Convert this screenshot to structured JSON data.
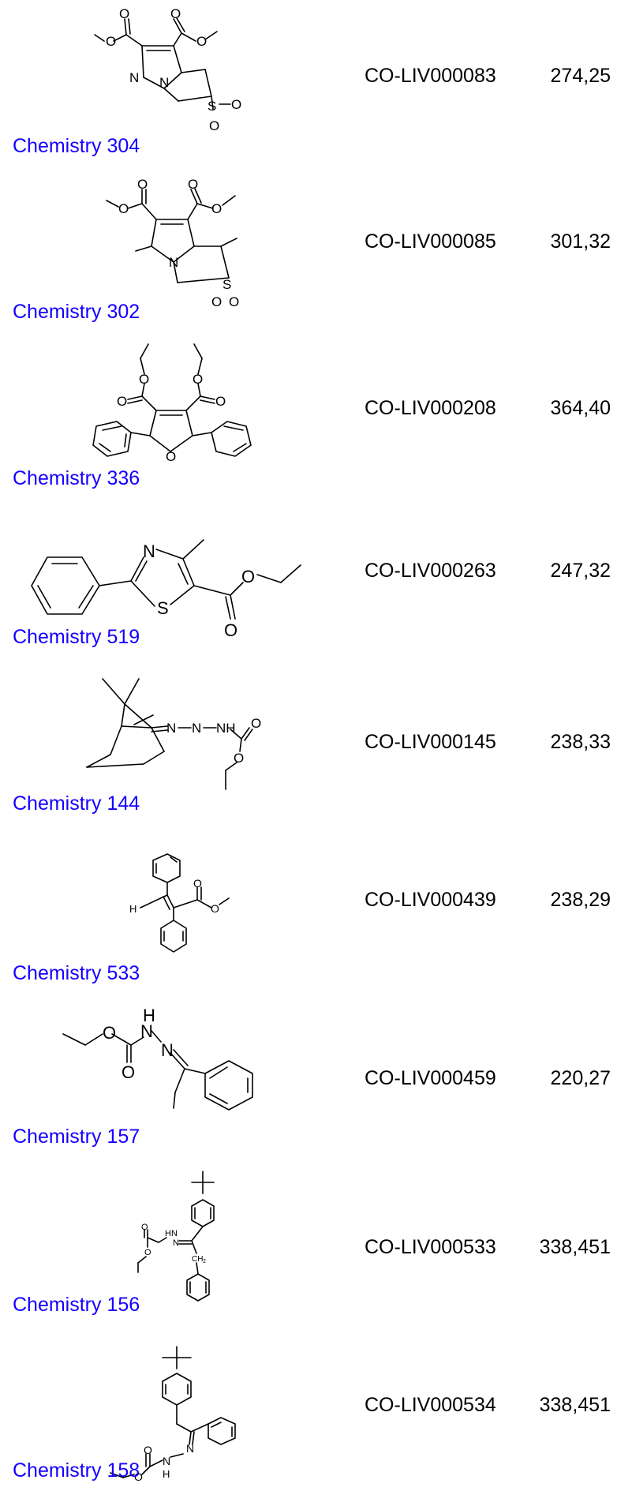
{
  "entries": [
    {
      "label": "Chemistry 304",
      "code": "CO-LIV000083",
      "mw": "274,25"
    },
    {
      "label": "Chemistry 302",
      "code": "CO-LIV000085",
      "mw": "301,32"
    },
    {
      "label": "Chemistry 336",
      "code": "CO-LIV000208",
      "mw": "364,40"
    },
    {
      "label": "Chemistry 519",
      "code": "CO-LIV000263",
      "mw": "247,32"
    },
    {
      "label": "Chemistry 144",
      "code": "CO-LIV000145",
      "mw": "238,33"
    },
    {
      "label": "Chemistry 533",
      "code": "CO-LIV000439",
      "mw": "238,29"
    },
    {
      "label": "Chemistry 157",
      "code": "CO-LIV000459",
      "mw": "220,27"
    },
    {
      "label": "Chemistry 156",
      "code": "CO-LIV000533",
      "mw": "338,451"
    },
    {
      "label": "Chemistry 158",
      "code": "CO-LIV000534",
      "mw": "338,451"
    }
  ],
  "atoms": {
    "O": "O",
    "N": "N",
    "S": "S",
    "H": "H",
    "NH": "NH",
    "HN": "HN",
    "CH2": "CH",
    "sub2": "2"
  }
}
